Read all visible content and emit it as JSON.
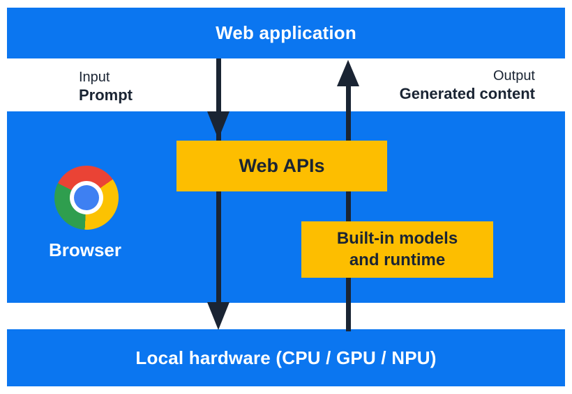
{
  "colors": {
    "band_blue": "#0b76f0",
    "box_yellow": "#fdbe00",
    "ink_navy": "#1a2433",
    "white": "#ffffff",
    "chrome_red": "#ea4335",
    "chrome_yellow": "#fcc202",
    "chrome_green": "#2f9e4e",
    "chrome_blue": "#3e80f2"
  },
  "top_bar": {
    "label": "Web application"
  },
  "flow": {
    "input_title": "Input",
    "input_value": "Prompt",
    "output_title": "Output",
    "output_value": "Generated content"
  },
  "browser": {
    "label": "Browser",
    "logo": "chrome-logo"
  },
  "web_apis_box": {
    "label": "Web APIs"
  },
  "builtin_box": {
    "line1": "Built-in models",
    "line2": "and runtime"
  },
  "hardware_bar": {
    "label": "Local hardware (CPU / GPU / NPU)"
  }
}
